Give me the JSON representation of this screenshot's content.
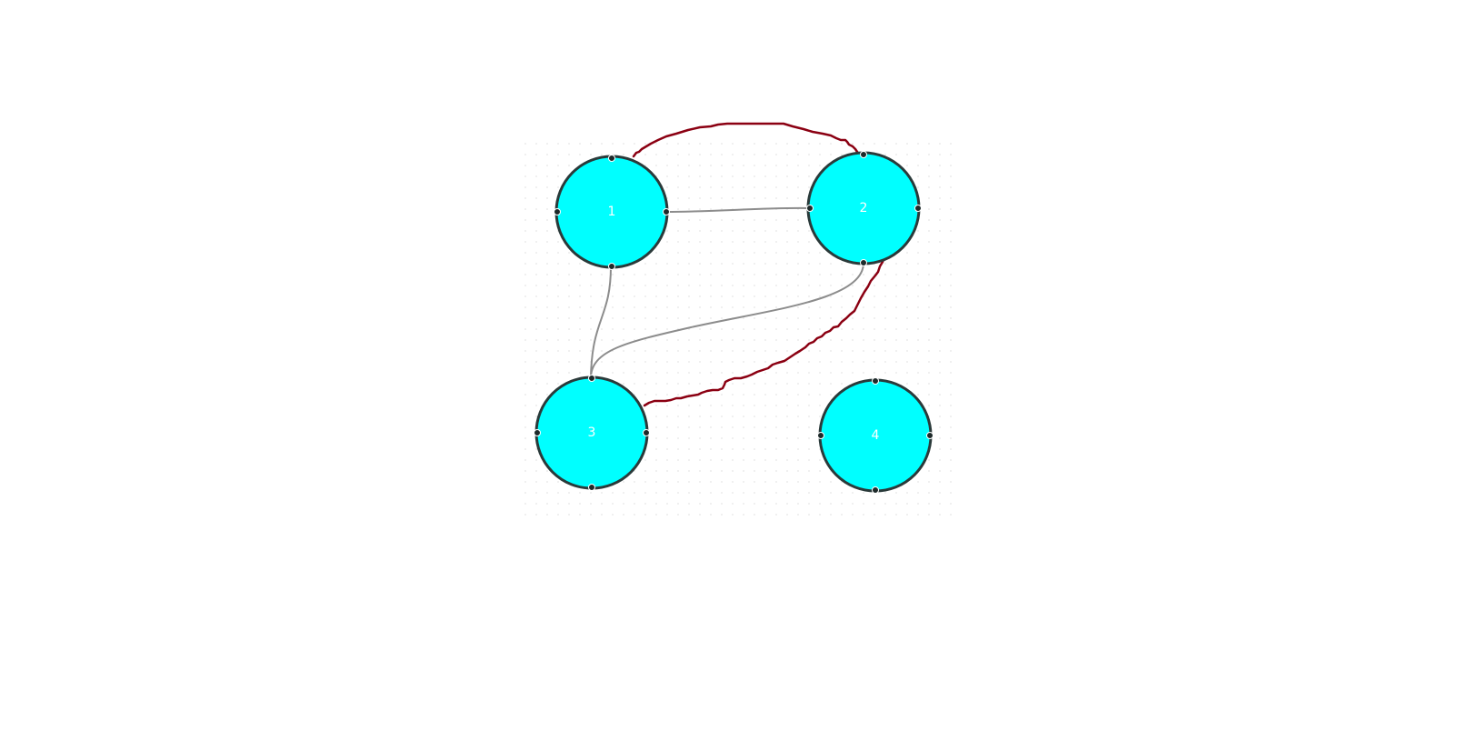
{
  "colors": {
    "node_fill": "#00ffff",
    "node_stroke": "#2a3a3a",
    "port_fill": "#1e2a2a",
    "edge_connector": "#8c8c8c",
    "edge_drawn": "#8b0012",
    "grid_dot": "#e3e3e3",
    "label": "#ffffff"
  },
  "nodes": [
    {
      "id": "1",
      "label": "1"
    },
    {
      "id": "2",
      "label": "2"
    },
    {
      "id": "3",
      "label": "3"
    },
    {
      "id": "4",
      "label": "4"
    }
  ],
  "edges": [
    {
      "from": "1",
      "to": "2",
      "style": "connector"
    },
    {
      "from": "1",
      "to": "3",
      "style": "connector"
    },
    {
      "from": "2",
      "to": "3",
      "style": "connector"
    },
    {
      "from": "1",
      "to": "2",
      "style": "freehand"
    },
    {
      "from": "2",
      "to": "3",
      "style": "freehand"
    }
  ]
}
